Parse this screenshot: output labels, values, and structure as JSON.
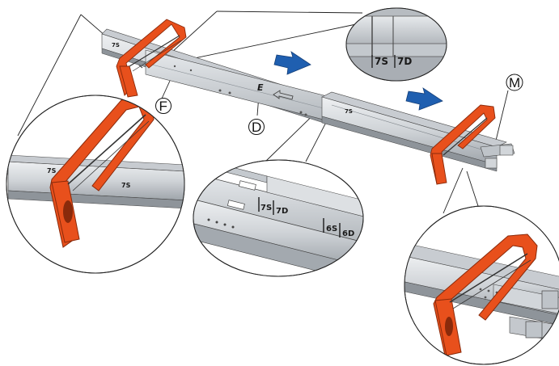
{
  "callouts": {
    "d": "D",
    "f": "F",
    "m": "M"
  },
  "rail_marks": {
    "top_zoom_a": "7S",
    "top_zoom_b": "7D",
    "mid_zoom_a": "7S",
    "mid_zoom_b": "7D",
    "mid_zoom_c": "6S",
    "mid_zoom_d": "6D",
    "rail_tiny": "7S"
  },
  "part_label": "E",
  "icons": [
    "hacksaw-icon",
    "arrow-right-icon",
    "arrow-left-icon"
  ],
  "colors": {
    "saw": "#e8501c",
    "saw_dark": "#b23a10",
    "arrow": "#1f5fb0",
    "rail": "#d7dadd",
    "rail_dark": "#9aa0a6",
    "line": "#222222"
  }
}
